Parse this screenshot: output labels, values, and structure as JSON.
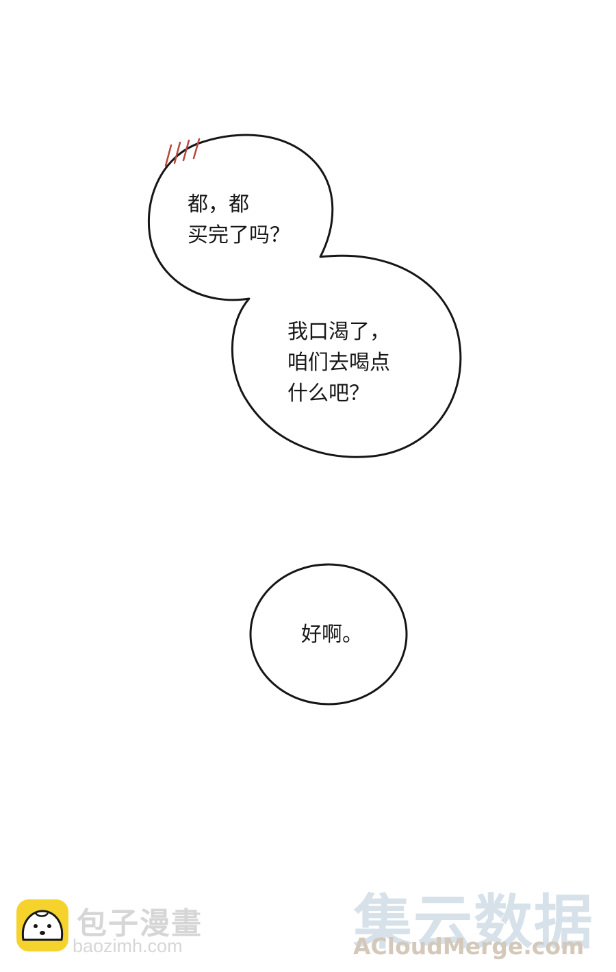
{
  "bubbles": [
    {
      "lines": [
        "都，都",
        "买完了吗？"
      ]
    },
    {
      "lines": [
        "我口渴了，",
        "咱们去喝点",
        "什么吧？"
      ]
    },
    {
      "lines": [
        "好啊。"
      ]
    }
  ],
  "watermark_left": {
    "name": "包子漫畫",
    "url": "baozimh.com"
  },
  "watermark_right": {
    "name": "集云数据",
    "url": "ACloudMerge.com"
  },
  "colors": {
    "ink": "#161616",
    "stress_marks": "#b8483a",
    "logo_yellow": "#f6d22c",
    "watermark_gray": "#d6d6d6",
    "watermark_blue": "#d7e1e9",
    "watermark_tan": "#d3c8b9"
  }
}
